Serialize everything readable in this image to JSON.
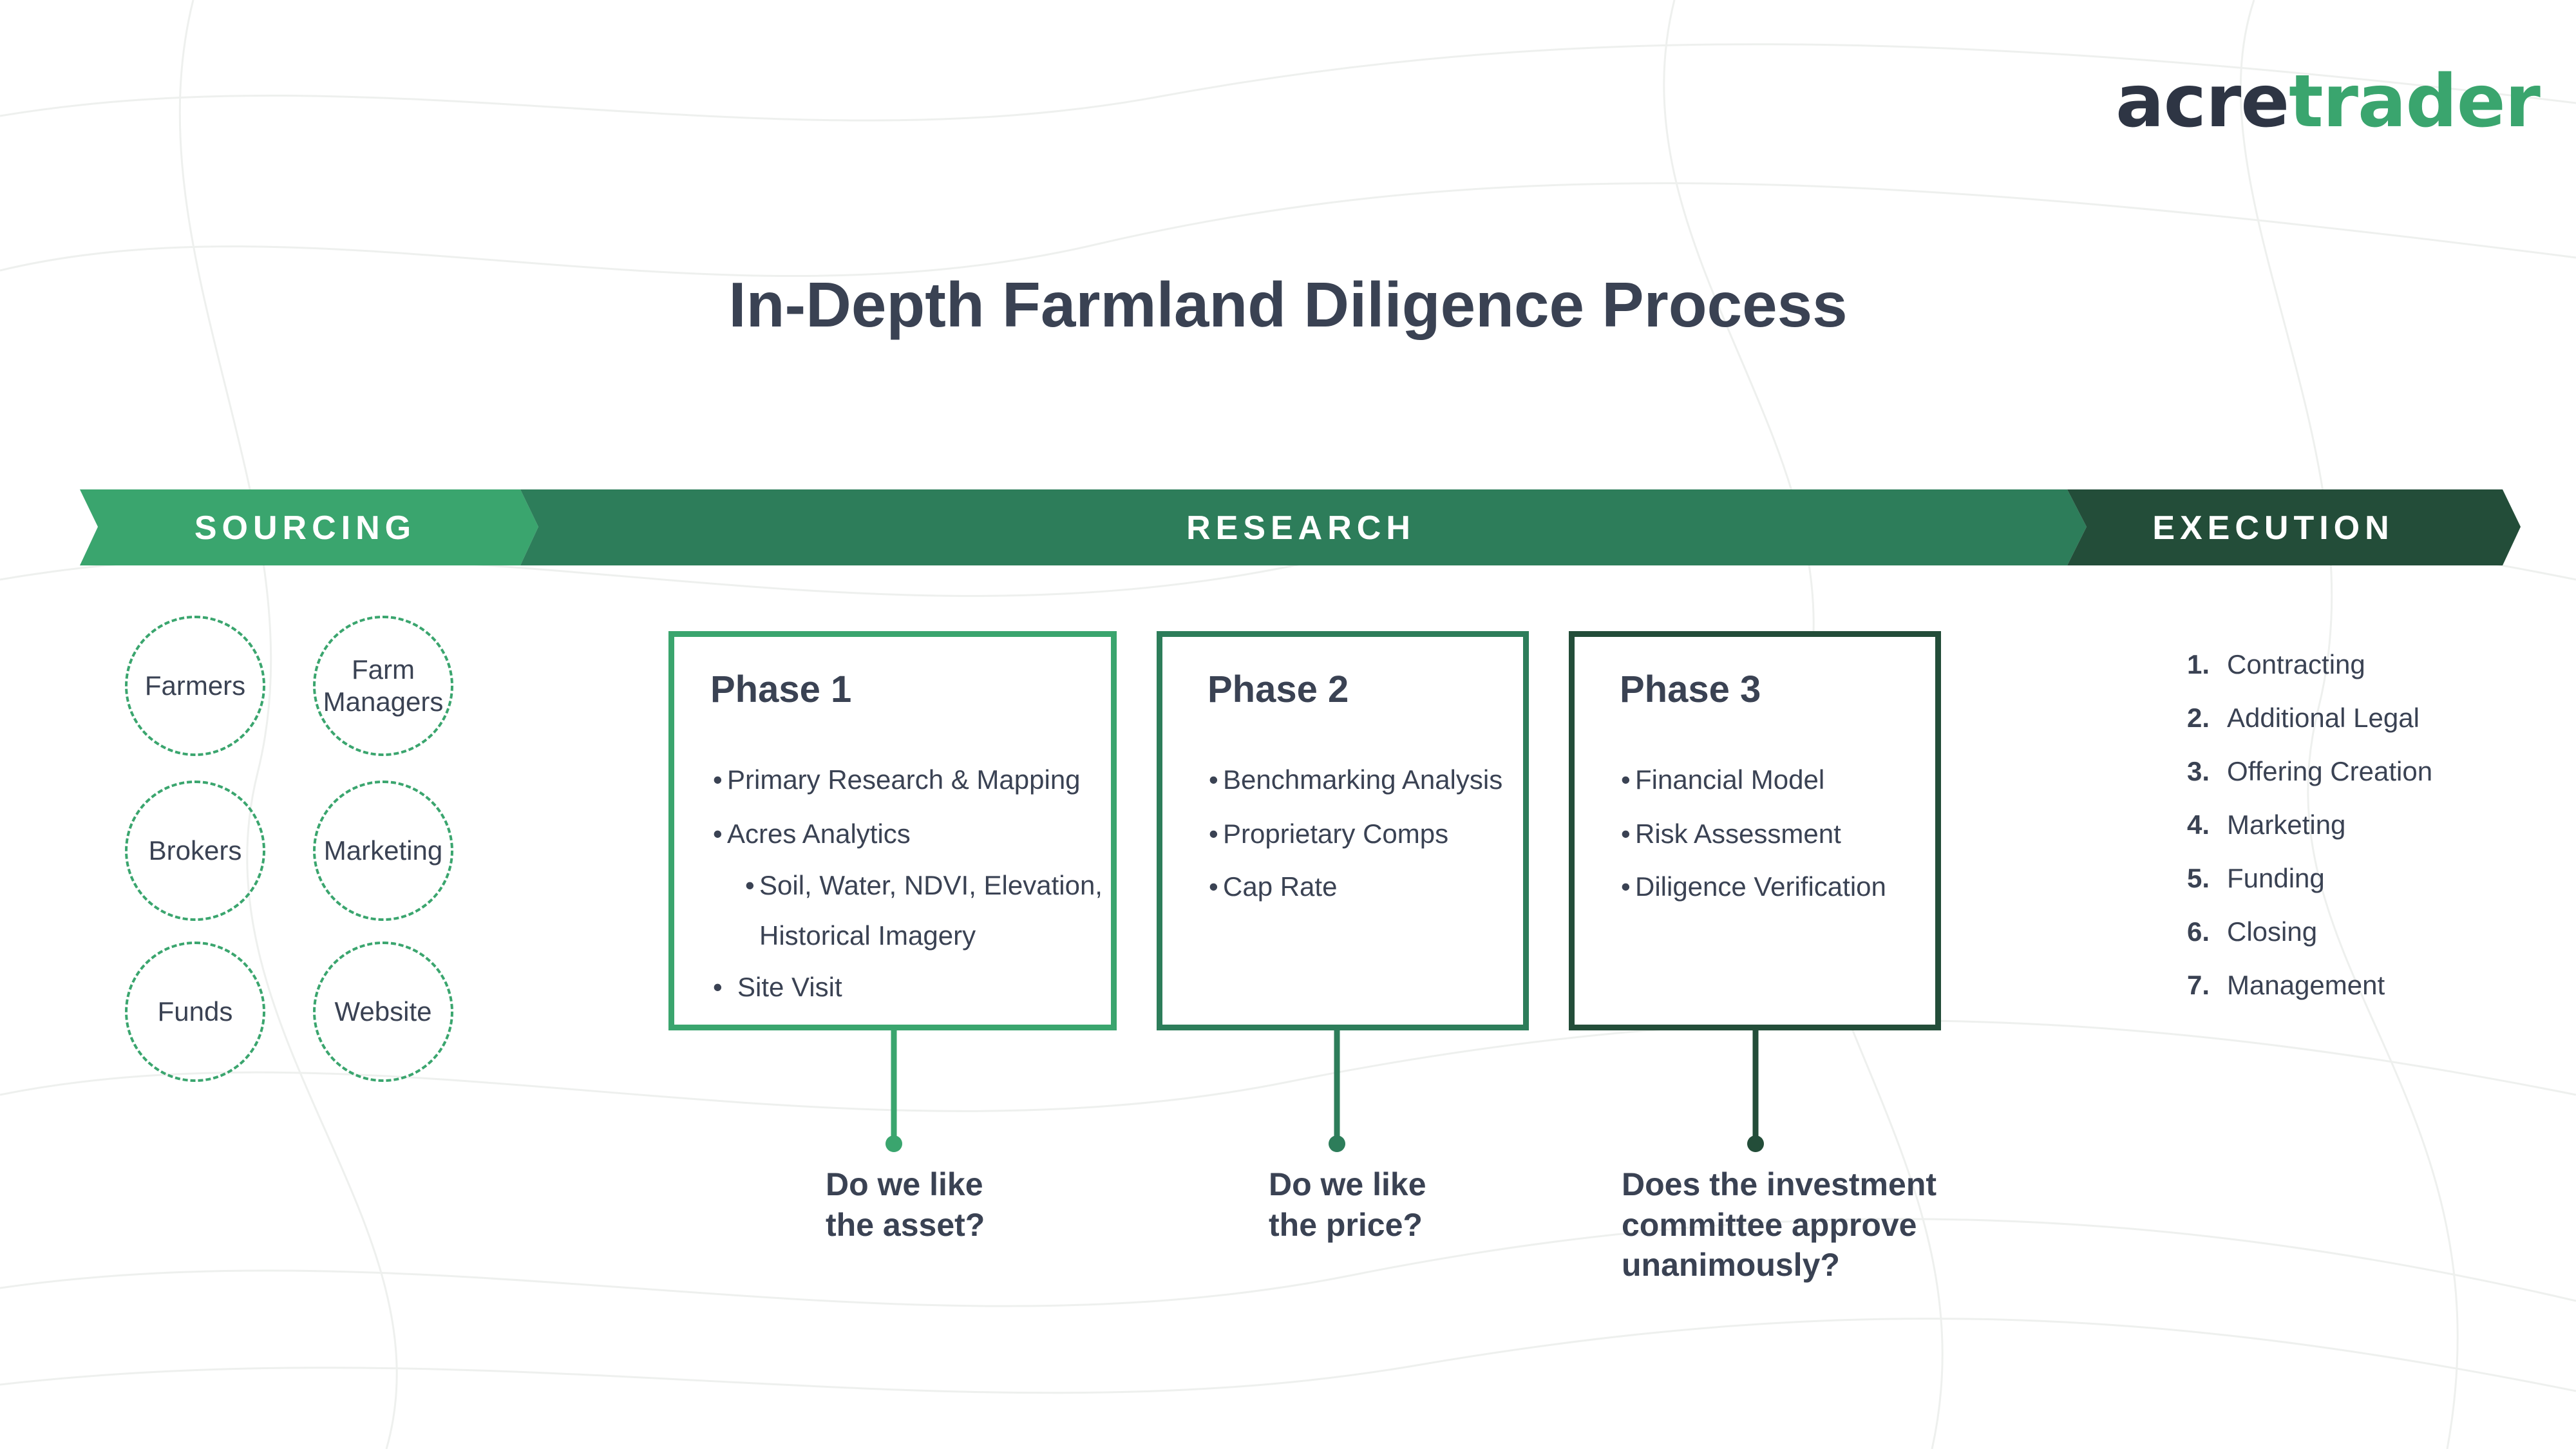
{
  "logo": {
    "part1": "acre",
    "part2": "trader"
  },
  "title": "In-Depth Farmland Diligence Process",
  "stages": {
    "sourcing": "SOURCING",
    "research": "RESEARCH",
    "execution": "EXECUTION"
  },
  "colors": {
    "sourcing": "#3aa56e",
    "research": "#2d7d5a",
    "execution": "#234d39",
    "text": "#3a4253"
  },
  "sources": [
    "Farmers",
    "Farm\nManagers",
    "Brokers",
    "Marketing",
    "Funds",
    "Website"
  ],
  "phases": [
    {
      "title": "Phase 1",
      "bullets": [
        "Primary Research & Mapping",
        "Acres Analytics",
        "Soil, Water, NDVI, Elevation,",
        "Historical Imagery",
        "Site Visit"
      ],
      "question": "Do we like\nthe asset?"
    },
    {
      "title": "Phase 2",
      "bullets": [
        "Benchmarking Analysis",
        "Proprietary Comps",
        "Cap Rate"
      ],
      "question": "Do we like\nthe price?"
    },
    {
      "title": "Phase 3",
      "bullets": [
        "Financial Model",
        "Risk Assessment",
        "Diligence Verification"
      ],
      "question": "Does the investment\ncommittee approve\nunanimously?"
    }
  ],
  "execution_steps": [
    {
      "num": "1.",
      "label": "Contracting"
    },
    {
      "num": "2.",
      "label": "Additional Legal"
    },
    {
      "num": "3.",
      "label": "Offering Creation"
    },
    {
      "num": "4.",
      "label": "Marketing"
    },
    {
      "num": "5.",
      "label": "Funding"
    },
    {
      "num": "6.",
      "label": "Closing"
    },
    {
      "num": "7.",
      "label": "Management"
    }
  ]
}
